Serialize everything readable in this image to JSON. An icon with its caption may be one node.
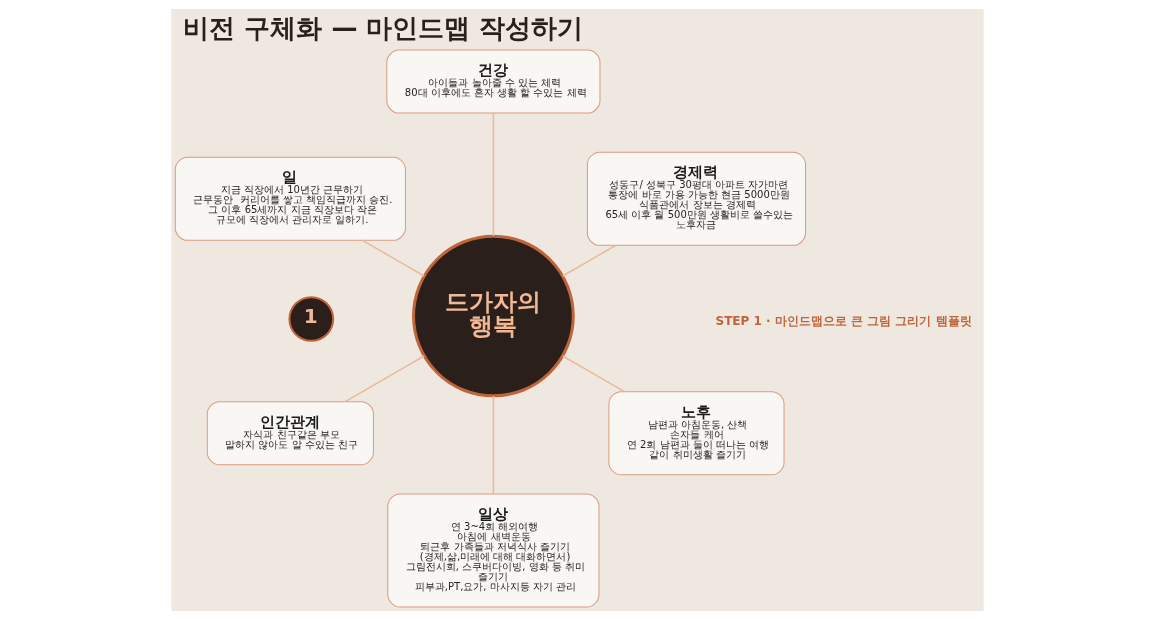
{
  "diagram": {
    "title": "비전 구체화 — 마인드맵 작성하기",
    "nodes": [
      {
        "text": [
          "1"
        ]
      },
      {
        "text": [
          "경제력",
          "성동구/ 성북구 30평대 아파트 자가마련",
          "통장에 바로 가용 가능한 현금 5000만원",
          "식품관에서 장보는 경제력",
          "65세 이후 월 500만원 생활비로 쓸수있는 노후자금"
        ]
      },
      {
        "text": [
          "건강",
          "아이들과 놀아줄 수 있는 체력",
          "80대 이후에도 혼자 생활 할 수있는 체력"
        ]
      },
      {
        "text": [
          "드가자의 행복"
        ]
      },
      {
        "text": [
          "일",
          "지금 직장에서 10년간 근무하기",
          "근무동안  커리어를 쌓고 책임직급까지 승진.",
          "그 이후 65세까지 지금 직장보다 작은 규모에 직장에서 관리자로 일하기."
        ]
      },
      {
        "text": [
          "인간관계",
          "자식과 친구같은 부모",
          "말하지 않아도 알 수있는 친구"
        ]
      },
      {
        "text": [
          "일상",
          "연 3~4회 해외여행",
          "아침에 새벽운동",
          "퇴근후 가족들과 저녁식사 즐기기 (경제,삶,미래에 대해 대화하면서)",
          "그림전시회, 스쿠버다이빙, 영화 등 취미 즐기기",
          "피부과,PT,요가, 마사지등 자기 관리"
        ]
      },
      {
        "text": [
          "노후",
          "남편과 아침운동, 산책",
          "손자들 케어",
          "연 2회 남편과 둘이 떠나는 여행",
          "같이 취미생활 즐기기"
        ]
      }
    ],
    "edges": [
      {
        "from": 3,
        "to": 1,
        "arrow": "none"
      },
      {
        "from": 3,
        "to": 2,
        "arrow": "none"
      },
      {
        "from": 3,
        "to": 4,
        "arrow": "none"
      },
      {
        "from": 3,
        "to": 5,
        "arrow": "none"
      },
      {
        "from": 3,
        "to": 6,
        "arrow": "none"
      },
      {
        "from": 3,
        "to": 7,
        "arrow": "none"
      }
    ],
    "labels": [
      "STEP 1 · 마인드맵으로 큰 그림 그리기 템플릿"
    ]
  }
}
